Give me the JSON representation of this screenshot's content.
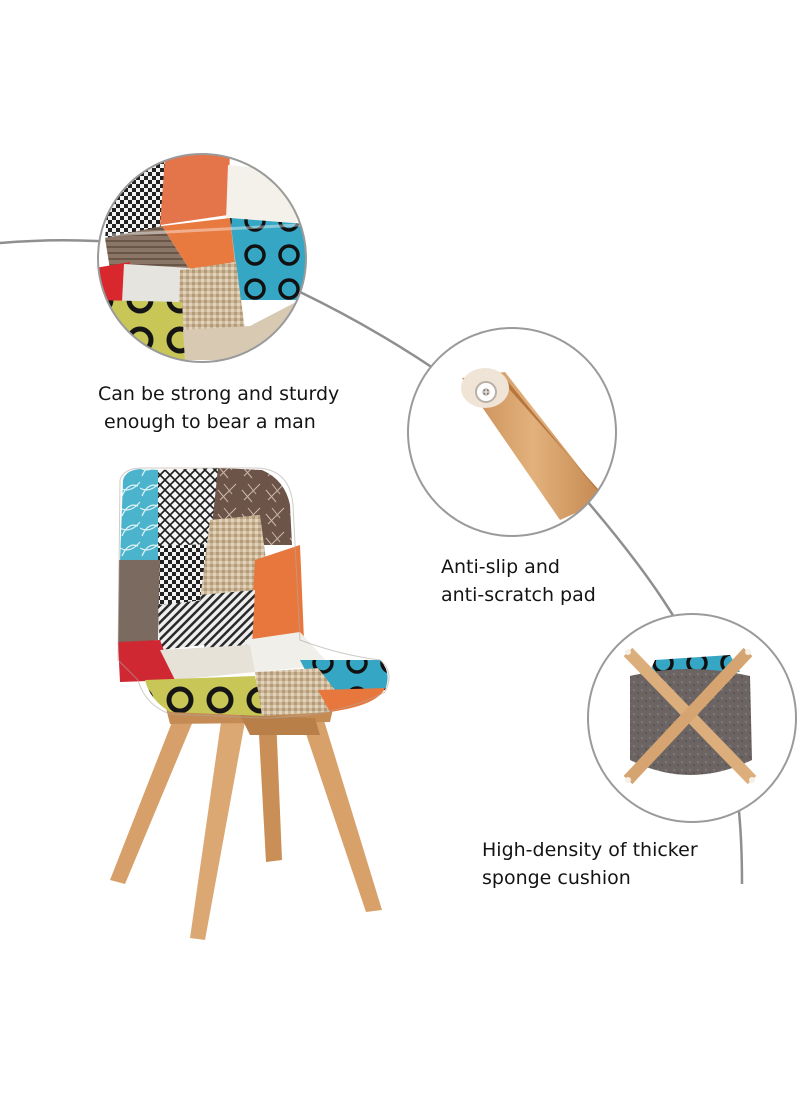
{
  "features": [
    {
      "id": "sturdy",
      "line1": "Can be strong and sturdy",
      "line2": "enough to bear a man"
    },
    {
      "id": "pad",
      "line1": "Anti-slip and",
      "line2": "anti-scratch pad"
    },
    {
      "id": "cushion",
      "line1": "High-density of thicker",
      "line2": "sponge cushion"
    }
  ],
  "colors": {
    "arc": "#8f8f8f",
    "circle_border": "#9a9a9a",
    "wood": "#d9a06a",
    "text": "#141414"
  }
}
